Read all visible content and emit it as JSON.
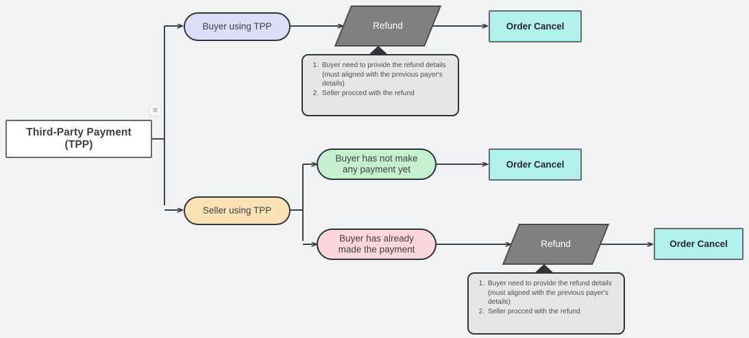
{
  "diagram": {
    "background_color": "#f1f2f4",
    "title_node": {
      "line1": "Third-Party Payment",
      "line2": "(TPP)"
    },
    "handle_icon": "link-handle-icon",
    "nodes": {
      "buyer_tpp": {
        "label": "Buyer using TPP",
        "color": "#ddddf8",
        "shape": "stadium"
      },
      "seller_tpp": {
        "label": "Seller using TPP",
        "color": "#fae2b4",
        "shape": "stadium"
      },
      "no_payment": {
        "line1": "Buyer has not make",
        "line2": "any payment yet",
        "color": "#c5f0cf",
        "shape": "stadium"
      },
      "already_paid": {
        "line1": "Buyer has already",
        "line2": "made the payment",
        "color": "#fbd5dc",
        "shape": "stadium"
      },
      "refund_top": {
        "label": "Refund",
        "color": "#808080",
        "shape": "parallelogram"
      },
      "refund_bottom": {
        "label": "Refund",
        "color": "#808080",
        "shape": "parallelogram"
      },
      "cancel_1": {
        "label": "Order Cancel",
        "color": "#b2f0ee",
        "shape": "rectangle"
      },
      "cancel_2": {
        "label": "Order Cancel",
        "color": "#b2f0ee",
        "shape": "rectangle"
      },
      "cancel_3": {
        "label": "Order Cancel",
        "color": "#b2f0ee",
        "shape": "rectangle"
      }
    },
    "notes": {
      "top": {
        "item1": "Buyer need to provide the refund details (must aligned with the previous payer's details)",
        "item2": "Seller procced with the refund"
      },
      "bottom": {
        "item1": "Buyer need to provide the refund details (must aligned with the previous payer's details)",
        "item2": "Seller procced with the refund"
      }
    }
  }
}
